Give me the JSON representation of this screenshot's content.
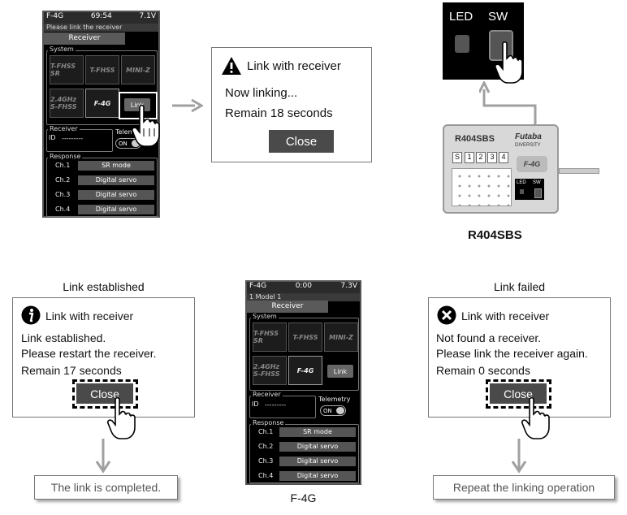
{
  "transmitter_top": {
    "model": "F-4G",
    "time": "69:54",
    "battery": "7.1V",
    "message": "Please link the receiver",
    "receiver_tab": "Receiver",
    "system_label": "System",
    "logos": [
      "T-FHSS SR",
      "T-FHSS",
      "MINI-Z",
      "2.4GHz S-FHSS",
      "F-4G"
    ],
    "link_label": "Link",
    "receiver_label": "Receiver",
    "id_label": "ID",
    "id_value": "---------",
    "telemetry_label": "Telemetry",
    "telemetry_value": "ON",
    "response_label": "Response",
    "channels": [
      {
        "ch": "Ch.1",
        "mode": "SR mode"
      },
      {
        "ch": "Ch.2",
        "mode": "Digital servo"
      },
      {
        "ch": "Ch.3",
        "mode": "Digital servo"
      },
      {
        "ch": "Ch.4",
        "mode": "Digital servo"
      }
    ]
  },
  "transmitter_mid": {
    "model": "F-4G",
    "time": "0:00",
    "battery": "7.3V",
    "message": "1  Model 1",
    "receiver_tab": "Receiver",
    "system_label": "System",
    "logos": [
      "T-FHSS SR",
      "T-FHSS",
      "MINI-Z",
      "2.4GHz S-FHSS",
      "F-4G"
    ],
    "link_label": "Link",
    "receiver_label": "Receiver",
    "id_label": "ID",
    "id_value": "---------",
    "telemetry_label": "Telemetry",
    "telemetry_value": "ON",
    "response_label": "Response",
    "channels": [
      {
        "ch": "Ch.1",
        "mode": "SR mode"
      },
      {
        "ch": "Ch.2",
        "mode": "Digital servo"
      },
      {
        "ch": "Ch.3",
        "mode": "Digital servo"
      },
      {
        "ch": "Ch.4",
        "mode": "Digital servo"
      }
    ],
    "caption": "F-4G"
  },
  "linking_dialog": {
    "title": "Link with receiver",
    "line1": "Now linking...",
    "line2": "Remain 18 seconds",
    "close": "Close"
  },
  "receiver": {
    "led_label": "LED",
    "sw_label": "SW",
    "model": "R404SBS",
    "brand": "Futaba",
    "brand_sub": "DIVERSITY",
    "ports": [
      "S",
      "1",
      "2",
      "3",
      "4"
    ],
    "mini_led": "LED",
    "mini_sw": "SW",
    "caption": "R404SBS"
  },
  "established": {
    "heading": "Link established",
    "title": "Link with receiver",
    "line1": "Link established.",
    "line2": "Please restart the receiver.",
    "line3": "Remain 17 seconds",
    "close": "Close",
    "result": "The link is completed."
  },
  "failed": {
    "heading": "Link failed",
    "title": "Link with receiver",
    "line1": "Not found a receiver.",
    "line2": "Please link the receiver again.",
    "line3": "Remain 0 seconds",
    "close": "Close",
    "result": "Repeat the linking operation"
  },
  "colors": {
    "accent_gray": "#a0a0a0",
    "dark_button": "#4a4a4a"
  }
}
